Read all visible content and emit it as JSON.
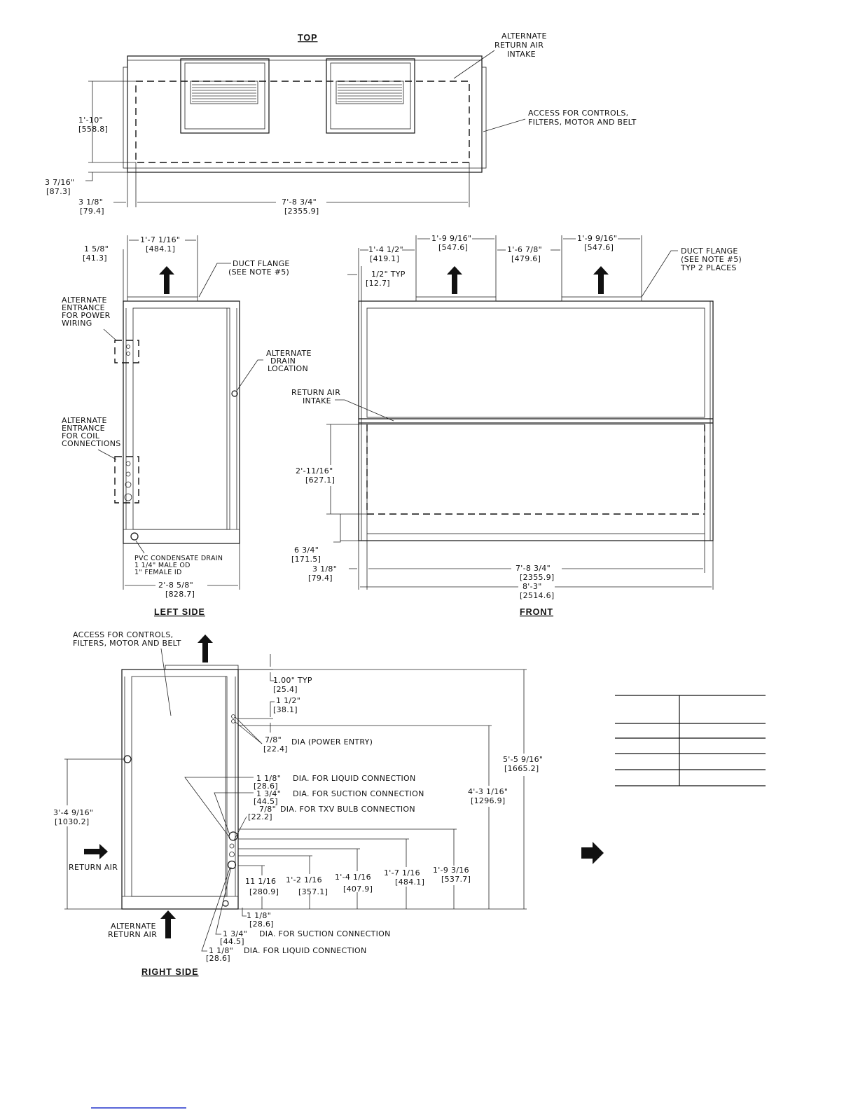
{
  "views": {
    "top": {
      "title": "TOP",
      "notes": {
        "alternate_return_air_1": "ALTERNATE",
        "alternate_return_air_2": "RETURN AIR",
        "alternate_return_air_3": "INTAKE",
        "access_1": "ACCESS FOR CONTROLS,",
        "access_2": "FILTERS, MOTOR AND BELT"
      },
      "dims": {
        "height_ft": "1'-10\"",
        "height_mm": "[558.8]",
        "offset_ft": "3 7/16\"",
        "offset_mm": "[87.3]",
        "left_ft": "3 1/8\"",
        "left_mm": "[79.4]",
        "width_ft": "7'-8 3/4\"",
        "width_mm": "[2355.9]"
      }
    },
    "left_side": {
      "title": "LEFT SIDE",
      "notes": {
        "duct_flange_1": "DUCT FLANGE",
        "duct_flange_2": "(SEE NOTE #5)",
        "power_1": "ALTERNATE",
        "power_2": "ENTRANCE",
        "power_3": "FOR POWER",
        "power_4": "WIRING",
        "coil_1": "ALTERNATE",
        "coil_2": "ENTRANCE",
        "coil_3": "FOR COIL",
        "coil_4": "CONNECTIONS",
        "drain_1": "ALTERNATE",
        "drain_2": "DRAIN",
        "drain_3": "LOCATION",
        "pvc_1": "PVC CONDENSATE DRAIN",
        "pvc_2": "1 1/4\" MALE OD",
        "pvc_3": "1\" FEMALE ID"
      },
      "dims": {
        "flange_ft": "1'-7 1/16\"",
        "flange_mm": "[484.1]",
        "left_ft": "1 5/8\"",
        "left_mm": "[41.3]",
        "depth_ft": "2'-8 5/8\"",
        "depth_mm": "[828.7]"
      }
    },
    "front": {
      "title": "FRONT",
      "notes": {
        "duct_flange_1": "DUCT FLANGE",
        "duct_flange_2": "(SEE NOTE #5)",
        "duct_flange_3": "TYP 2 PLACES",
        "return_1": "RETURN AIR",
        "return_2": "INTAKE"
      },
      "dims": {
        "a_ft": "1'-4 1/2\"",
        "a_mm": "[419.1]",
        "typ_ft": "1/2\" TYP",
        "typ_mm": "[12.7]",
        "flange1_ft": "1'-9 9/16\"",
        "flange1_mm": "[547.6]",
        "gap_ft": "1'-6 7/8\"",
        "gap_mm": "[479.6]",
        "flange2_ft": "1'-9 9/16\"",
        "flange2_mm": "[547.6]",
        "intake_ft": "2'-11/16\"",
        "intake_mm": "[627.1]",
        "bottom_ft": "6 3/4\"",
        "bottom_mm": "[171.5]",
        "left_ft": "3 1/8\"",
        "left_mm": "[79.4]",
        "inner_ft": "7'-8 3/4\"",
        "inner_mm": "[2355.9]",
        "overall_ft": "8'-3\"",
        "overall_mm": "[2514.6]"
      }
    },
    "right_side": {
      "title": "RIGHT SIDE",
      "notes": {
        "access_1": "ACCESS FOR CONTROLS,",
        "access_2": "FILTERS, MOTOR AND BELT",
        "return_air": "RETURN AIR",
        "alt_return_1": "ALTERNATE",
        "alt_return_2": "RETURN AIR",
        "power_entry": "DIA (POWER ENTRY)",
        "liquid_top": "DIA. FOR LIQUID CONNECTION",
        "suction_top": "DIA. FOR SUCTION CONNECTION",
        "txv": "DIA. FOR TXV BULB CONNECTION",
        "suction_bot": "DIA. FOR SUCTION CONNECTION",
        "liquid_bot": "DIA. FOR LIQUID CONNECTION"
      },
      "dims": {
        "typ_ft": "1.00\" TYP",
        "typ_mm": "[25.4]",
        "d1_ft": "1 1/2\"",
        "d1_mm": "[38.1]",
        "pe_ft": "7/8\"",
        "pe_mm": "[22.4]",
        "lq_ft": "1 1/8\"",
        "lq_mm": "[28.6]",
        "sc_ft": "1 3/4\"",
        "sc_mm": "[44.5]",
        "tx_ft": "7/8\"",
        "tx_mm": "[22.2]",
        "h1_ft": "5'-5 9/16\"",
        "h1_mm": "[1665.2]",
        "h2_ft": "4'-3 1/16\"",
        "h2_mm": "[1296.9]",
        "ra_ft": "3'-4 9/16\"",
        "ra_mm": "[1030.2]",
        "c1_ft": "11 1/16",
        "c1_mm": "[280.9]",
        "c2_ft": "1'-2 1/16",
        "c2_mm": "[357.1]",
        "c3_ft": "1'-4 1/16",
        "c3_mm": "[407.9]",
        "c4_ft": "1'-7 1/16",
        "c4_mm": "[484.1]",
        "c5_ft": "1'-9 3/16",
        "c5_mm": "[537.7]",
        "bot_ft": "1 1/8\"",
        "bot_mm": "[28.6]",
        "sc2_ft": "1 3/4\"",
        "sc2_mm": "[44.5]",
        "lq2_ft": "1 1/8\"",
        "lq2_mm": "[28.6]"
      }
    }
  }
}
